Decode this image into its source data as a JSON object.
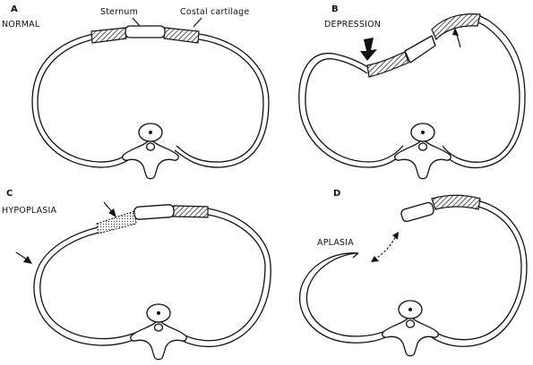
{
  "panels": {
    "a": {
      "letter": "A",
      "title": "NORMAL",
      "sternum_label": "Sternum",
      "cartilage_label": "Costal cartilage"
    },
    "b": {
      "letter": "B",
      "title": "DEPRESSION"
    },
    "c": {
      "letter": "C",
      "title": "HYPOPLASIA"
    },
    "d": {
      "letter": "D",
      "title": "APLASIA"
    }
  }
}
